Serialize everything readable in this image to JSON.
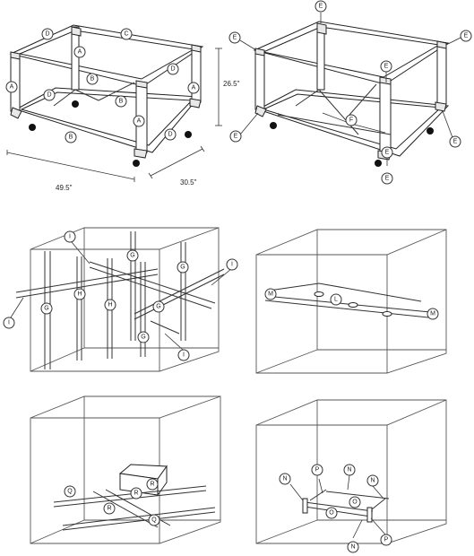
{
  "dimensions": {
    "width": "49.5\"",
    "depth": "30.5\"",
    "height": "26.5\""
  },
  "part_letters": {
    "a": "A",
    "b": "B",
    "c": "C",
    "d": "D",
    "e": "E",
    "f": "F",
    "g": "G",
    "h": "H",
    "i": "I",
    "l": "L",
    "m": "M",
    "n": "N",
    "o": "O",
    "p": "P",
    "q": "Q",
    "r": "R"
  },
  "colors": {
    "line": "#333333",
    "tube_fill": "#ffffff",
    "label_fill": "#ffffff"
  }
}
